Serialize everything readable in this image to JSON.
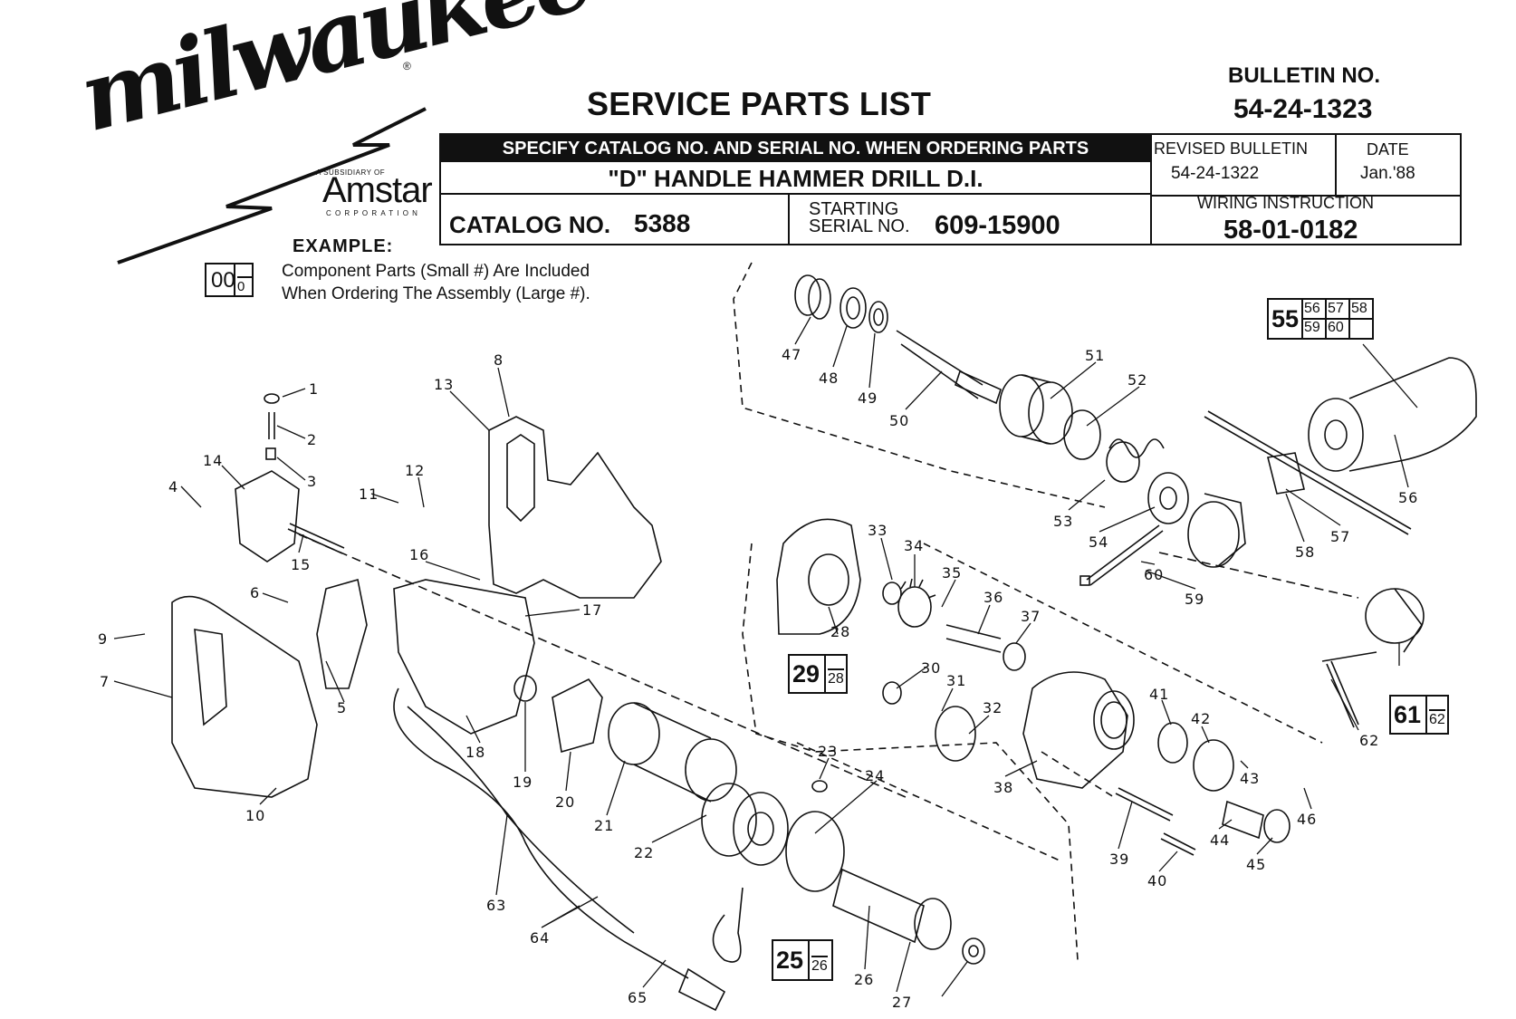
{
  "brand": {
    "logo_text": "milwaukee",
    "registered_mark": "®",
    "subsidiary_text": "A SUBSIDIARY OF",
    "parent_name": "Amstar",
    "parent_sub": "CORPORATION"
  },
  "header": {
    "title": "SERVICE PARTS LIST",
    "bulletin_label": "BULLETIN NO.",
    "bulletin_number": "54-24-1323",
    "specify_notice": "SPECIFY CATALOG NO. AND SERIAL NO. WHEN ORDERING PARTS",
    "product_name": "\"D\" HANDLE HAMMER DRILL D.I.",
    "catalog_label": "CATALOG NO.",
    "catalog_number": "5388",
    "starting_label_1": "STARTING",
    "starting_label_2": "SERIAL NO.",
    "serial_number": "609-15900",
    "revised_label": "REVISED BULLETIN",
    "revised_number": "54-24-1322",
    "date_label": "DATE",
    "date_value": "Jan.'88",
    "wiring_label": "WIRING INSTRUCTION",
    "wiring_number": "58-01-0182"
  },
  "example": {
    "label": "EXAMPLE:",
    "big": "00",
    "small": "0",
    "line1": "Component Parts (Small #) Are Included",
    "line2": "When Ordering The Assembly (Large #)."
  },
  "assemblies": [
    {
      "big": "55",
      "smalls": [
        "56",
        "57",
        "58",
        "59",
        "60"
      ]
    },
    {
      "big": "29",
      "smalls": [
        "28"
      ]
    },
    {
      "big": "61",
      "smalls": [
        "62"
      ]
    },
    {
      "big": "25",
      "smalls": [
        "26"
      ]
    }
  ],
  "part_numbers": [
    "1",
    "2",
    "3",
    "4",
    "5",
    "6",
    "7",
    "8",
    "9",
    "10",
    "11",
    "12",
    "13",
    "14",
    "15",
    "16",
    "17",
    "18",
    "19",
    "20",
    "21",
    "22",
    "23",
    "24",
    "25",
    "26",
    "27",
    "28",
    "29",
    "30",
    "31",
    "32",
    "33",
    "34",
    "35",
    "36",
    "37",
    "38",
    "39",
    "40",
    "41",
    "42",
    "43",
    "44",
    "45",
    "46",
    "47",
    "48",
    "49",
    "50",
    "51",
    "52",
    "53",
    "54",
    "55",
    "56",
    "57",
    "58",
    "59",
    "60",
    "61",
    "62",
    "63",
    "64",
    "65"
  ]
}
